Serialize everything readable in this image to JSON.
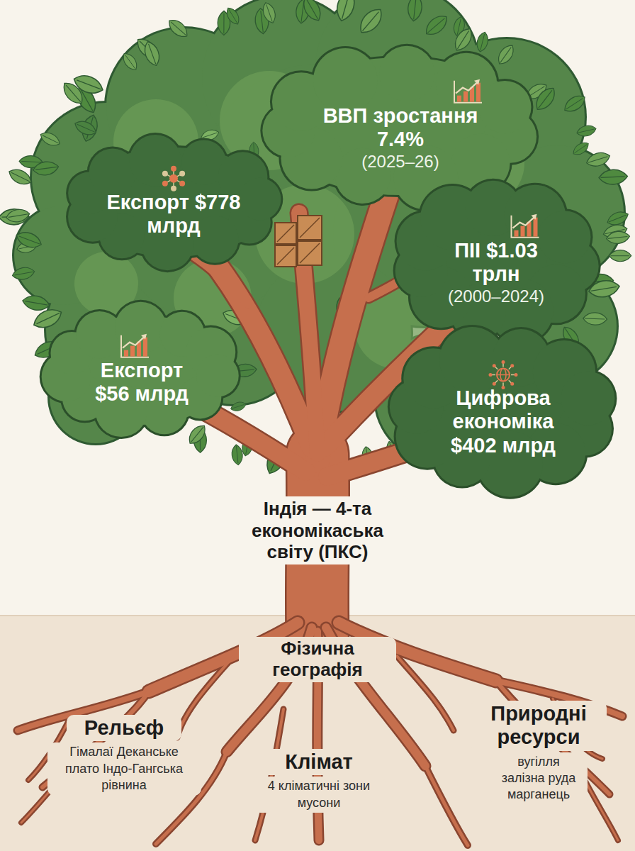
{
  "diagram": {
    "nodes": [
      {
        "text": [
          "ВВП зростання 7.4%",
          "(2025–26)"
        ]
      },
      {
        "text": [
          "Експорт $778 млрд"
        ]
      },
      {
        "text": [
          "ПІІ $1.03 трлн",
          "(2000–2024)"
        ]
      },
      {
        "text": [
          "Експорт $56 млрд"
        ]
      },
      {
        "text": [
          "Цифрова економіка $402 млрд"
        ]
      }
    ],
    "labels": [
      "Індія — 4-та економікаська світу (ПКС)",
      "Фізична географія",
      "Рельєф",
      "Гімалаї Деканське плато Індо-Гангська рівнина",
      "Клімат",
      "4 кліматичні зони мусони",
      "Природні ресурси",
      "вугілля залізна руда марганець"
    ]
  }
}
